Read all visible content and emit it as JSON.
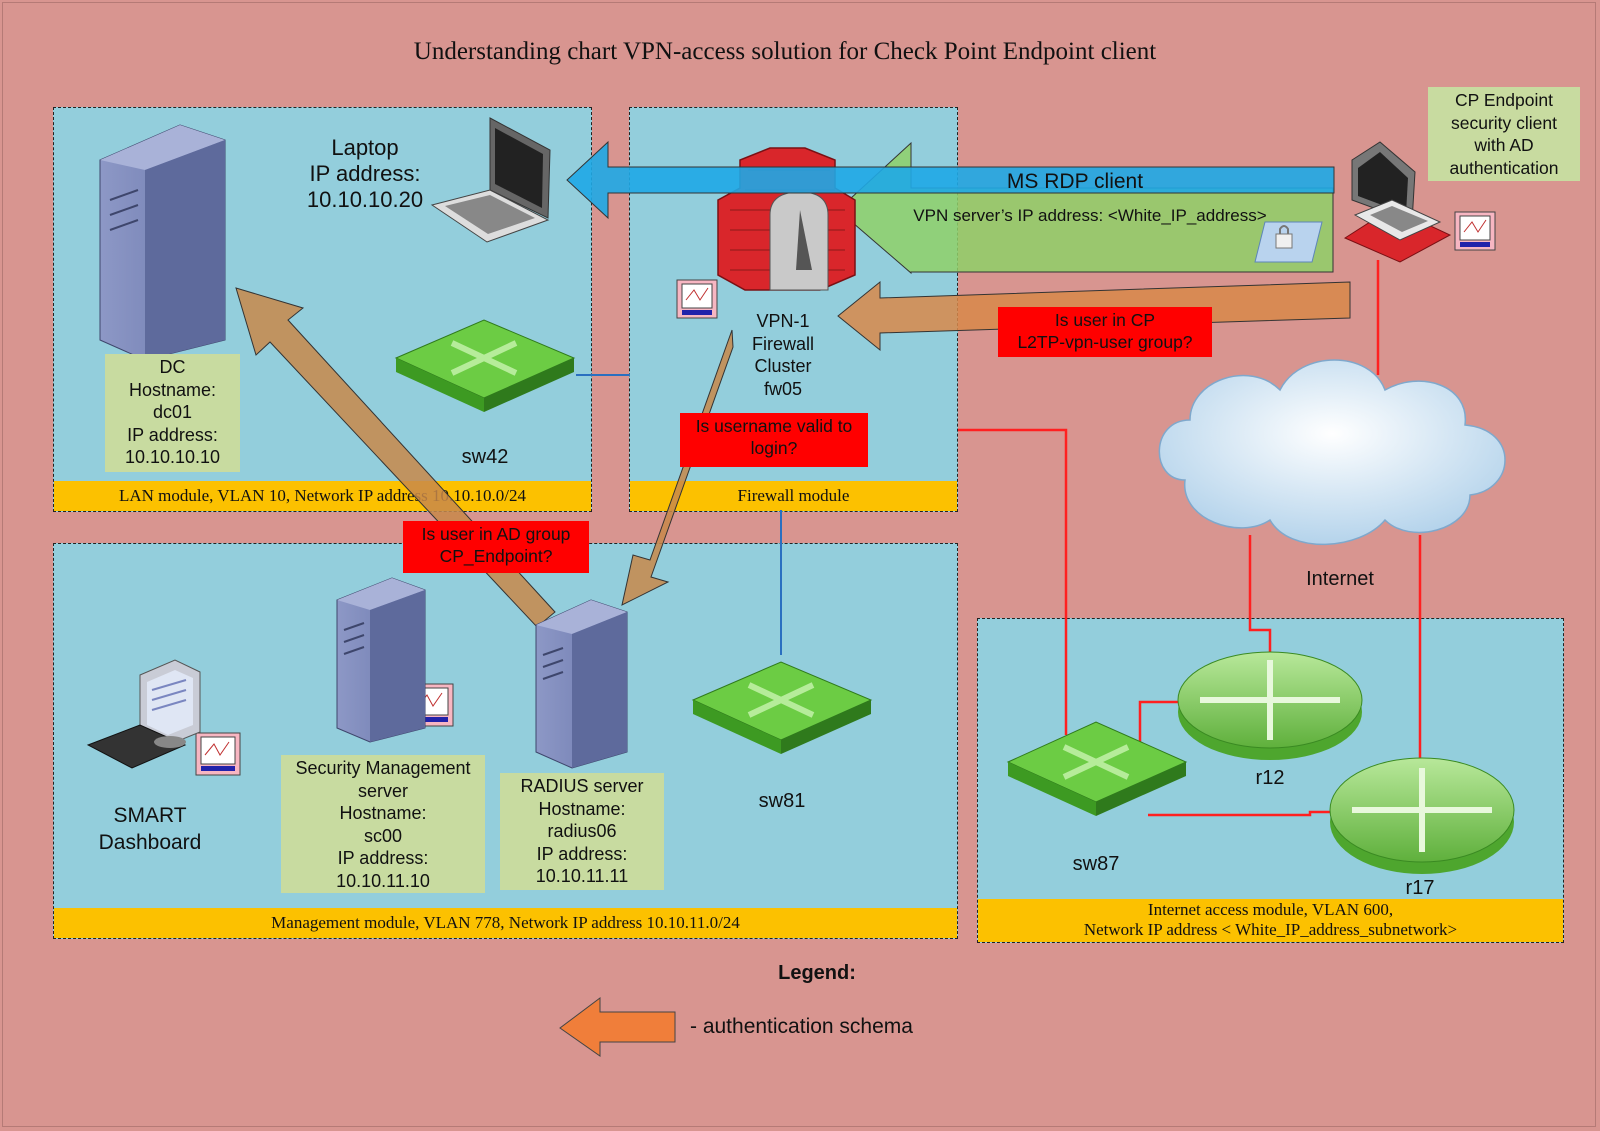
{
  "title": "Understanding chart VPN-access solution for Check Point Endpoint client",
  "modules": {
    "lan": "LAN module, VLAN 10, Network IP address 10.10.10.0/24",
    "firewall": "Firewall module",
    "management": "Management module, VLAN 778, Network IP address 10.10.11.0/24",
    "internet_line1": "Internet access module, VLAN 600,",
    "internet_line2": "Network IP address < White_IP_address_subnetwork>"
  },
  "laptop": {
    "l1": "Laptop",
    "l2": "IP address:",
    "l3": "10.10.10.20"
  },
  "dc": {
    "l1": "DC",
    "l2": "Hostname:",
    "l3": "dc01",
    "l4": "IP address:",
    "l5": "10.10.10.10"
  },
  "firewall_node": {
    "l1": "VPN-1",
    "l2": "Firewall",
    "l3": "Cluster",
    "l4": "fw05"
  },
  "endpoint": {
    "l1": "CP Endpoint",
    "l2": "security client",
    "l3": "with AD",
    "l4": "authentication"
  },
  "rdp": {
    "label": "MS RDP client",
    "vpn_label": "VPN server’s IP address: <White_IP_address>"
  },
  "questions": {
    "l2tp_1": "Is user in CP",
    "l2tp_2": "L2TP-vpn-user group?",
    "username_1": "Is username valid to",
    "username_2": "login?",
    "adgroup_1": "Is user in AD group",
    "adgroup_2": "CP_Endpoint?"
  },
  "switches": {
    "sw42": "sw42",
    "sw81": "sw81",
    "sw87": "sw87"
  },
  "routers": {
    "r12": "r12",
    "r17": "r17"
  },
  "internet": "Internet",
  "smart": {
    "l1": "SMART",
    "l2": "Dashboard"
  },
  "sms": {
    "l1": "Security Management",
    "l2": "server",
    "l3": "Hostname:",
    "l4": "sc00",
    "l5": "IP address:",
    "l6": "10.10.11.10"
  },
  "radius": {
    "l1": "RADIUS server",
    "l2": "Hostname:",
    "l3": "radius06",
    "l4": "IP address:",
    "l5": "10.10.11.11"
  },
  "legend": {
    "title": "Legend:",
    "item": "- authentication schema"
  },
  "colors": {
    "background": "#d89590",
    "module": "#93cedc",
    "module_label": "#fcc100",
    "info_box": "#c8dba0",
    "question_box": "#ff0000",
    "auth_arrow": "#c8884a",
    "rdp_arrow": "#1fa9e6",
    "vpn_arrow": "#8fd068",
    "switch": "#5cc23c",
    "red_link": "#ff2020",
    "blue_link": "#2a6fc0"
  }
}
